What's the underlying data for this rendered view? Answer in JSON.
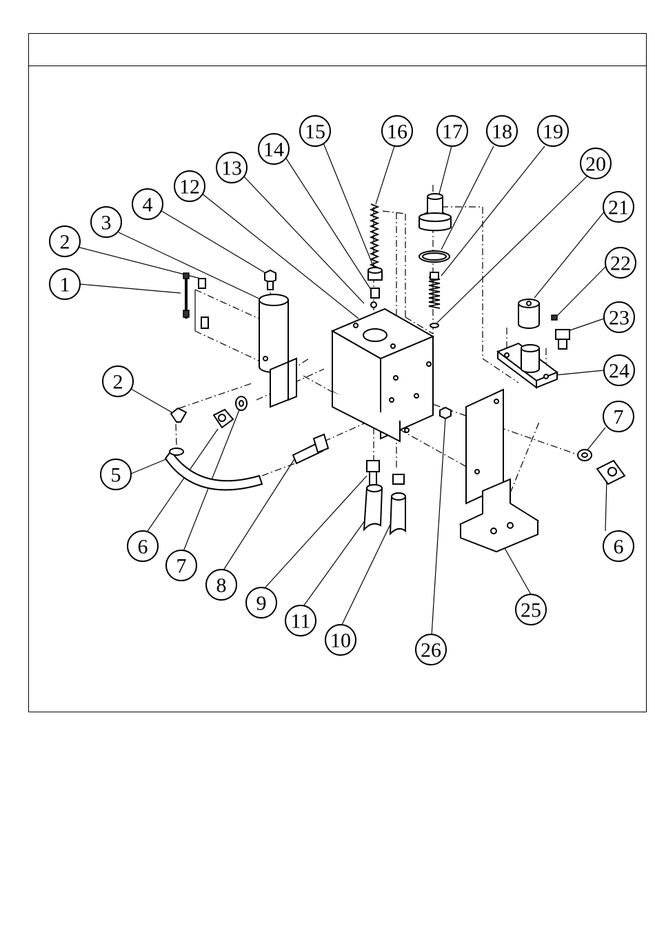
{
  "header": {
    "title": ""
  },
  "callouts": [
    {
      "id": "c1",
      "label": "1"
    },
    {
      "id": "c2a",
      "label": "2"
    },
    {
      "id": "c3",
      "label": "3"
    },
    {
      "id": "c4",
      "label": "4"
    },
    {
      "id": "c12",
      "label": "12"
    },
    {
      "id": "c13",
      "label": "13"
    },
    {
      "id": "c14",
      "label": "14"
    },
    {
      "id": "c15",
      "label": "15"
    },
    {
      "id": "c16",
      "label": "16"
    },
    {
      "id": "c17",
      "label": "17"
    },
    {
      "id": "c18",
      "label": "18"
    },
    {
      "id": "c19",
      "label": "19"
    },
    {
      "id": "c20",
      "label": "20"
    },
    {
      "id": "c21",
      "label": "21"
    },
    {
      "id": "c22",
      "label": "22"
    },
    {
      "id": "c23",
      "label": "23"
    },
    {
      "id": "c24",
      "label": "24"
    },
    {
      "id": "c2b",
      "label": "2"
    },
    {
      "id": "c5",
      "label": "5"
    },
    {
      "id": "c6a",
      "label": "6"
    },
    {
      "id": "c7a",
      "label": "7"
    },
    {
      "id": "c8",
      "label": "8"
    },
    {
      "id": "c9",
      "label": "9"
    },
    {
      "id": "c11",
      "label": "11"
    },
    {
      "id": "c10",
      "label": "10"
    },
    {
      "id": "c26",
      "label": "26"
    },
    {
      "id": "c25",
      "label": "25"
    },
    {
      "id": "c7b",
      "label": "7"
    },
    {
      "id": "c6b",
      "label": "6"
    }
  ]
}
